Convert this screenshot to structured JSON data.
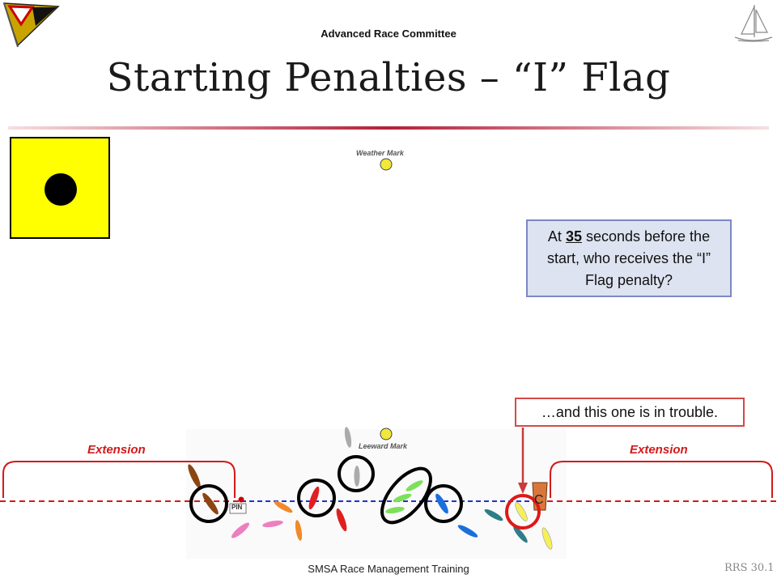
{
  "header": {
    "committee": "Advanced Race Committee"
  },
  "title": "Starting Penalties – “I” Flag",
  "question": {
    "before": "At ",
    "seconds": "35",
    "after": " seconds before the start, who receives the “I” Flag penalty?"
  },
  "callout": "…and this one is in trouble.",
  "extension_left": "Extension",
  "extension_right": "Extension",
  "weather_mark": "Weather Mark",
  "leeward_mark": "Leeward Mark",
  "pin_label": "PIN",
  "committee_boat_label": "C",
  "footer": "SMSA Race Management Training",
  "rule_ref": "RRS 30.1",
  "colors": {
    "flag_yellow": "#ffff00",
    "accent_red": "#d21a1a",
    "line_blue": "#2233cc",
    "box_blue": "#dde3f0"
  }
}
